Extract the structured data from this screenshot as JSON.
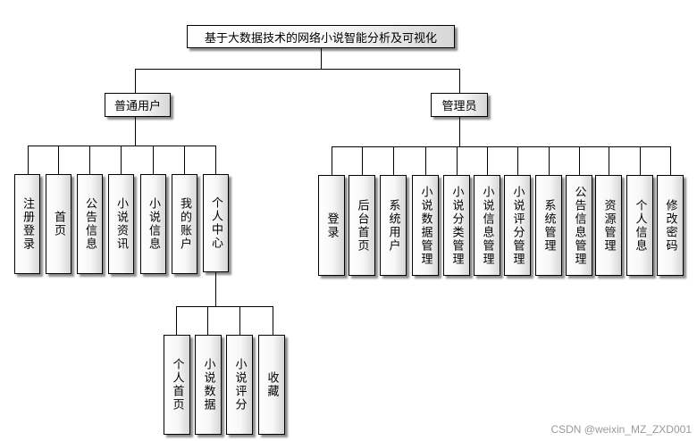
{
  "root": {
    "label": "基于大数据技术的网络小说智能分析及可视化"
  },
  "user": {
    "label": "普通用户",
    "modules": [
      "注册登录",
      "首页",
      "公告信息",
      "小说资讯",
      "小说信息",
      "我的账户",
      "个人中心"
    ]
  },
  "personal_center": {
    "modules": [
      "个人首页",
      "小说数据",
      "小说评分",
      "收藏"
    ]
  },
  "admin": {
    "label": "管理员",
    "modules": [
      "登录",
      "后台首页",
      "系统用户",
      "小说数据管理",
      "小说分类管理",
      "小说信息管理",
      "小说评分管理",
      "系统管理",
      "公告信息管理",
      "资源管理",
      "个人信息",
      "修改密码"
    ]
  },
  "watermark": "CSDN @weixin_MZ_ZXD001"
}
